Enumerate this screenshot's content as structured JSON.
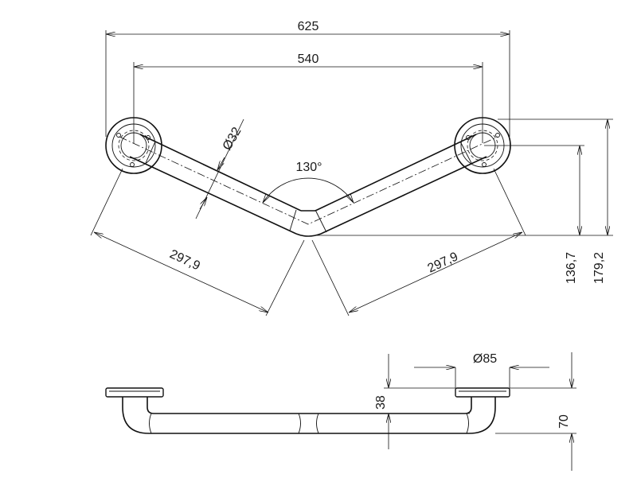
{
  "dimensions": {
    "overall_width": "625",
    "center_width": "540",
    "tube_diameter": "Ø32",
    "angle": "130°",
    "leg_length_left": "297,9",
    "leg_length_right": "297,9",
    "height_inner": "136,7",
    "height_outer": "179,2",
    "flange_diameter": "Ø85",
    "flange_to_tube": "38",
    "wall_projection": "70"
  }
}
